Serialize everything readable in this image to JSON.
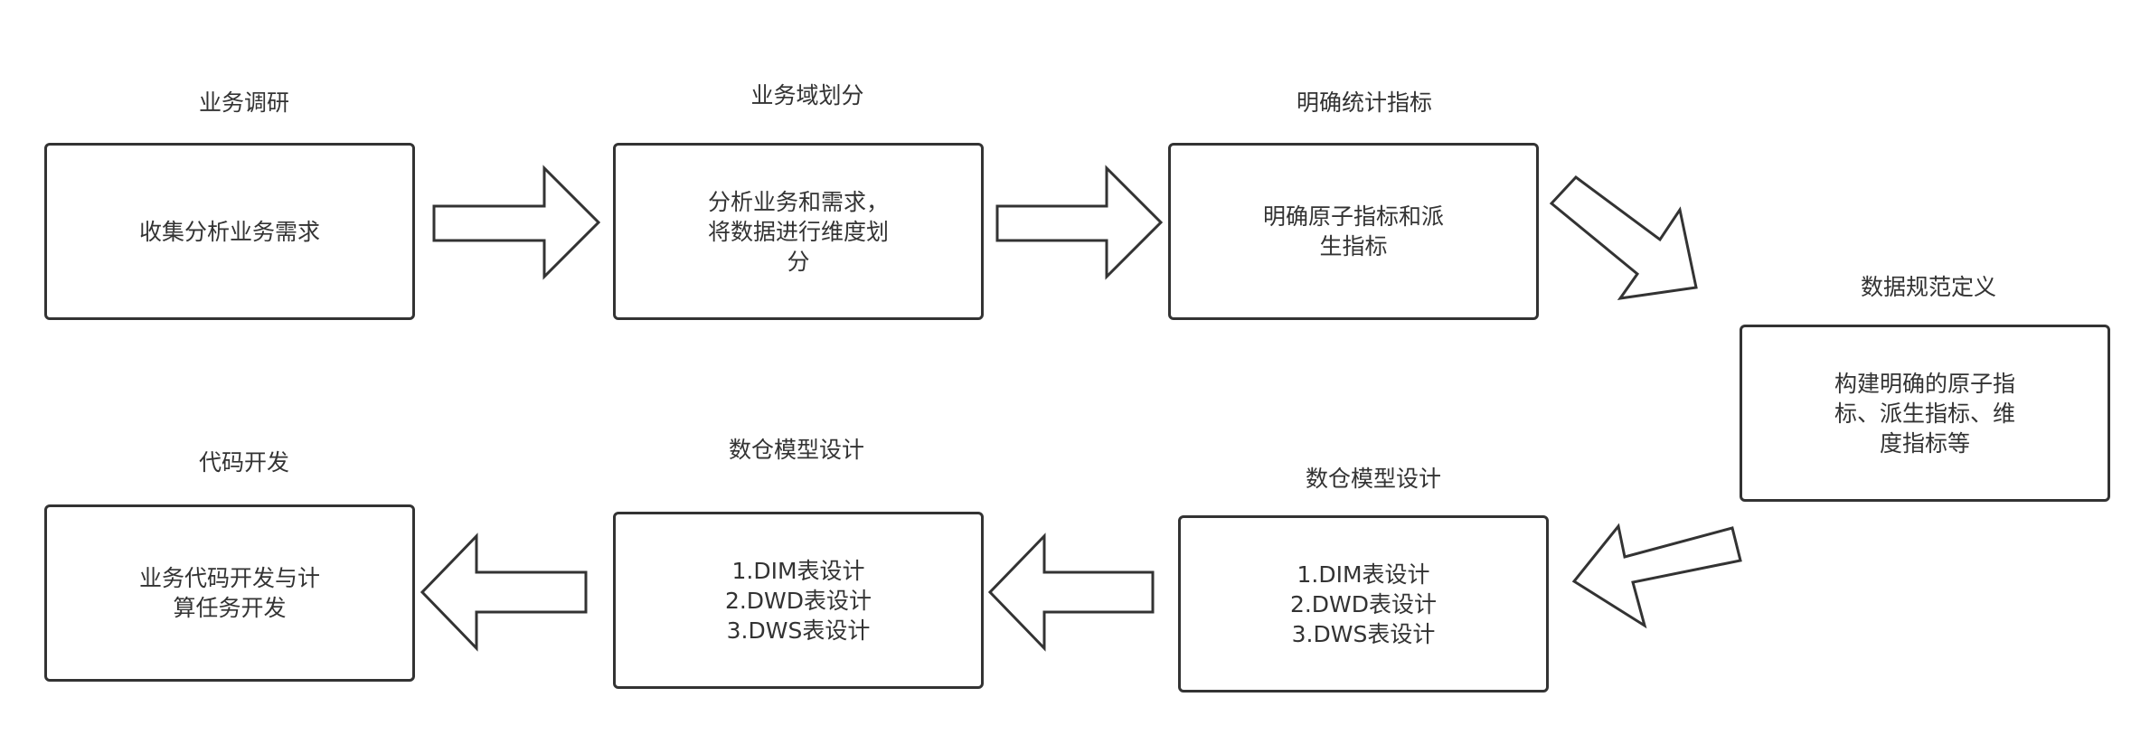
{
  "steps": [
    {
      "title": "业务调研",
      "lines": [
        "收集分析业务需求"
      ]
    },
    {
      "title": "业务域划分",
      "lines": [
        "分析业务和需求，",
        "将数据进行维度划",
        "分"
      ]
    },
    {
      "title": "明确统计指标",
      "lines": [
        "明确原子指标和派",
        "生指标"
      ]
    },
    {
      "title": "数据规范定义",
      "lines": [
        "构建明确的原子指",
        "标、派生指标、维",
        "度指标等"
      ]
    },
    {
      "title": "数仓模型设计",
      "lines": [
        "1.DIM表设计",
        "2.DWD表设计",
        "3.DWS表设计"
      ]
    },
    {
      "title": "数仓模型设计",
      "lines": [
        "1.DIM表设计",
        "2.DWD表设计",
        "3.DWS表设计"
      ]
    },
    {
      "title": "代码开发",
      "lines": [
        "业务代码开发与计",
        "算任务开发"
      ]
    }
  ]
}
